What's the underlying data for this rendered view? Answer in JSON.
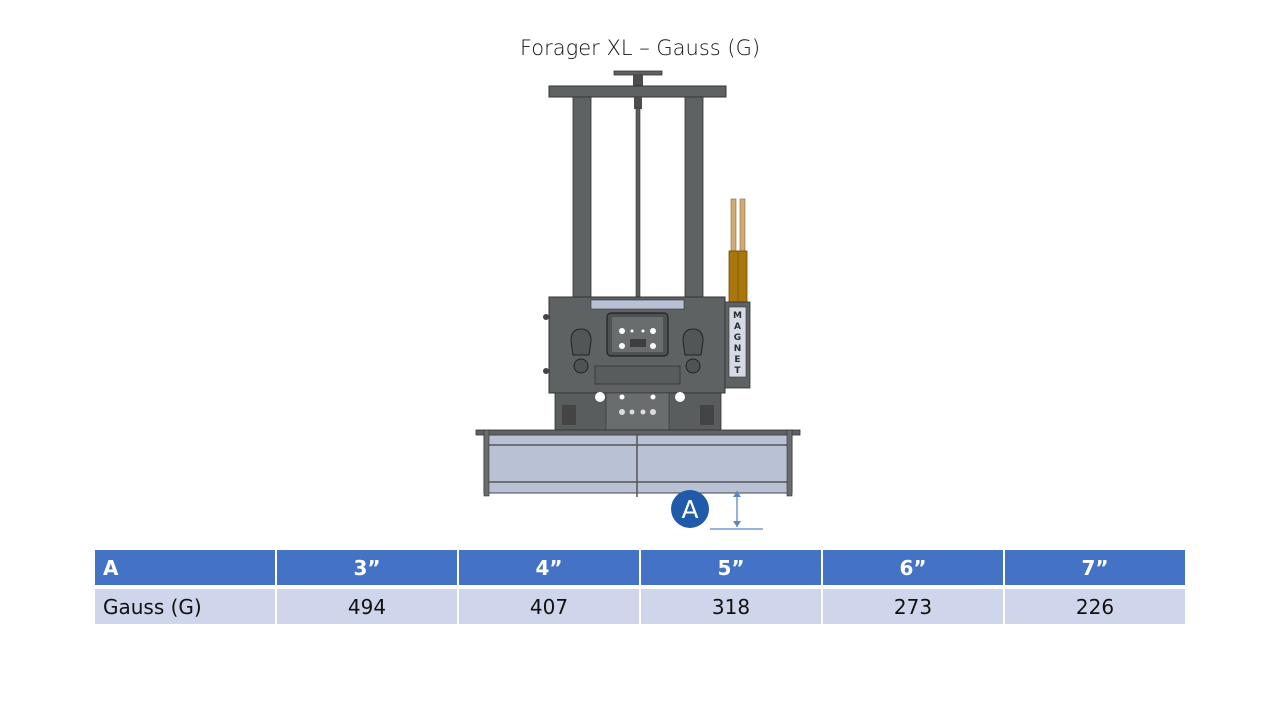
{
  "slide": {
    "title": "Forager XL – Gauss (G)"
  },
  "drawing": {
    "magnet_label": "MAGNET",
    "dimension_marker": "A",
    "colors": {
      "steel": "#5f6263",
      "steel_dark": "#3a3c3d",
      "plate": "#b8c2d4",
      "wire": "#a8760a",
      "wire_light": "#d2aa74",
      "badge": "#1f5ba8",
      "arrow": "#5a85c8"
    }
  },
  "table": {
    "header": [
      "A",
      "3”",
      "4”",
      "5”",
      "6”",
      "7”"
    ],
    "rows": [
      [
        "Gauss (G)",
        "494",
        "407",
        "318",
        "273",
        "226"
      ]
    ],
    "colors": {
      "header_bg": "#4472c4",
      "row_bg": "#cfd5ea"
    }
  }
}
